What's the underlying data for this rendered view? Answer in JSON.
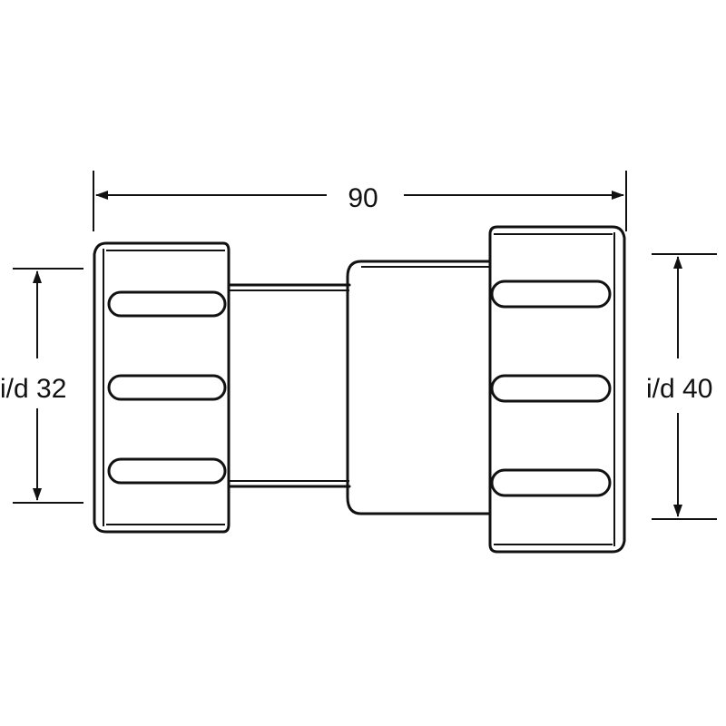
{
  "dimensions": {
    "overall_length": "90",
    "left_inner_diameter": "i/d 32",
    "right_inner_diameter": "i/d 40"
  },
  "colors": {
    "line": "#111111",
    "background": "#ffffff"
  }
}
